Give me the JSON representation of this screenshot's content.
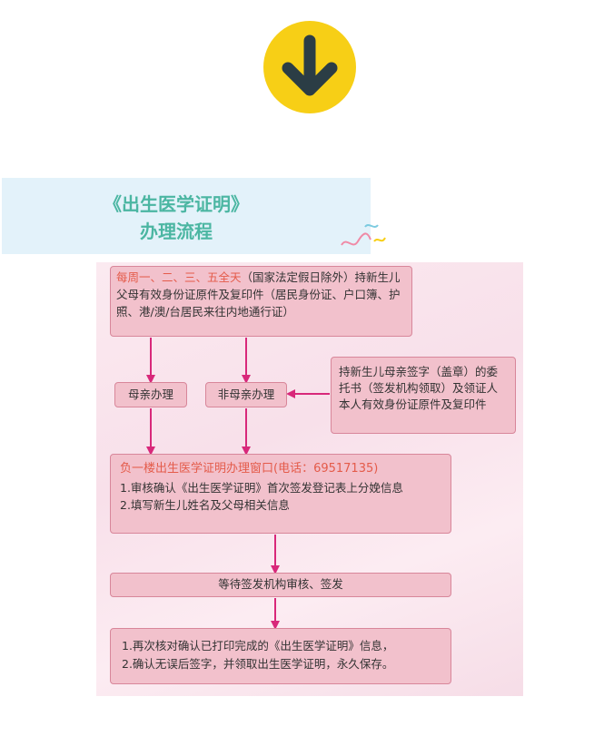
{
  "arrow_icon": {
    "color": "#f7cf16",
    "icon": "arrow-down-icon"
  },
  "title": {
    "line1": "《出生医学证明》",
    "line2": "办理流程"
  },
  "flow": {
    "top_box": {
      "highlight": "每周一、二、三、五全天",
      "rest": "（国家法定假日除外）持新生儿父母有效身份证原件及复印件（居民身份证、户口簿、护照、港/澳/台居民来往内地通行证）"
    },
    "mother_label": "母亲办理",
    "non_mother_label": "非母亲办理",
    "proxy_box": "持新生儿母亲签字（盖章）的委托书（签发机构领取）及领证人本人有效身份证原件及复印件",
    "window_box": {
      "title": "负一楼出生医学证明办理窗口(电话：69517135)",
      "item1": "1.审核确认《出生医学证明》首次签发登记表上分娩信息",
      "item2": "2.填写新生儿姓名及父母相关信息"
    },
    "wait_box": "等待签发机构审核、签发",
    "final_box": {
      "item1": "1.再次核对确认已打印完成的《出生医学证明》信息，",
      "item2": "2.确认无误后签字，并领取出生医学证明，永久保存。"
    }
  },
  "colors": {
    "box_fill": "#f2c1cc",
    "box_border": "#d8869a",
    "arrow": "#d8287a",
    "title": "#4bb6a2",
    "highlight": "#e45b4a"
  }
}
